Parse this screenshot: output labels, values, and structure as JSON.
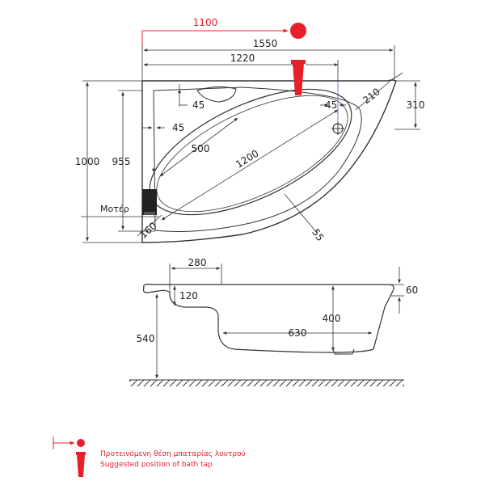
{
  "colors": {
    "line": "#333333",
    "accent": "#e5202b",
    "tap": "#e5202b"
  },
  "plan": {
    "dim_tap_offset": "1100",
    "dim_total_width": "1550",
    "dim_inner_width": "1220",
    "dim_right_top": "210",
    "dim_right_height": "310",
    "dim_total_height": "1000",
    "dim_inner_height": "955",
    "dim_rim_left": "45",
    "dim_rim_top": "45",
    "dim_rim_right": "45",
    "dim_headrest": "500",
    "dim_diagonal": "1200",
    "dim_corner": "160",
    "dim_front": "55",
    "motor_label": "Μοτέρ"
  },
  "section": {
    "dim_step_width": "280",
    "dim_step_depth": "120",
    "dim_rim_height": "60",
    "dim_inner_depth": "400",
    "dim_floor_width": "630",
    "dim_total_height": "540"
  },
  "legend": {
    "greek": "Προτεινόμενη θέση μπαταρίας λουτρού",
    "english": "Suggested position of bath tap"
  }
}
